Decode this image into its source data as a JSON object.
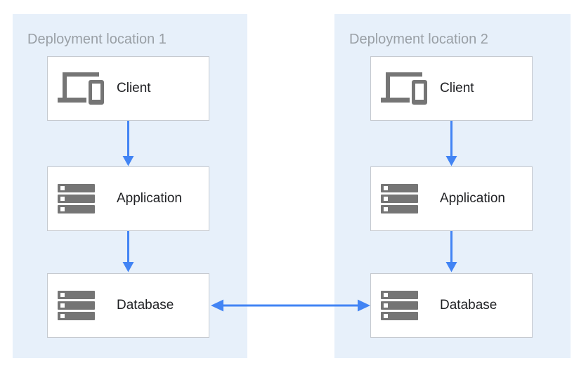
{
  "diagram": {
    "zones": [
      {
        "title": "Deployment location 1",
        "nodes": [
          {
            "label": "Client",
            "icon": "client-devices-icon"
          },
          {
            "label": "Application",
            "icon": "server-stack-icon"
          },
          {
            "label": "Database",
            "icon": "server-stack-icon"
          }
        ]
      },
      {
        "title": "Deployment location 2",
        "nodes": [
          {
            "label": "Client",
            "icon": "client-devices-icon"
          },
          {
            "label": "Application",
            "icon": "server-stack-icon"
          },
          {
            "label": "Database",
            "icon": "server-stack-icon"
          }
        ]
      }
    ],
    "connections": [
      {
        "from": "client-1",
        "to": "application-1",
        "direction": "down"
      },
      {
        "from": "application-1",
        "to": "database-1",
        "direction": "down"
      },
      {
        "from": "client-2",
        "to": "application-2",
        "direction": "down"
      },
      {
        "from": "application-2",
        "to": "database-2",
        "direction": "down"
      },
      {
        "from": "database-1",
        "to": "database-2",
        "direction": "bidirectional"
      }
    ],
    "colors": {
      "zone_background": "#e7f0fa",
      "arrow_blue": "#4284f4",
      "icon_gray": "#757575",
      "node_border": "#c6cad0",
      "title_gray": "#9aa0a6",
      "label_text": "#202124"
    }
  }
}
